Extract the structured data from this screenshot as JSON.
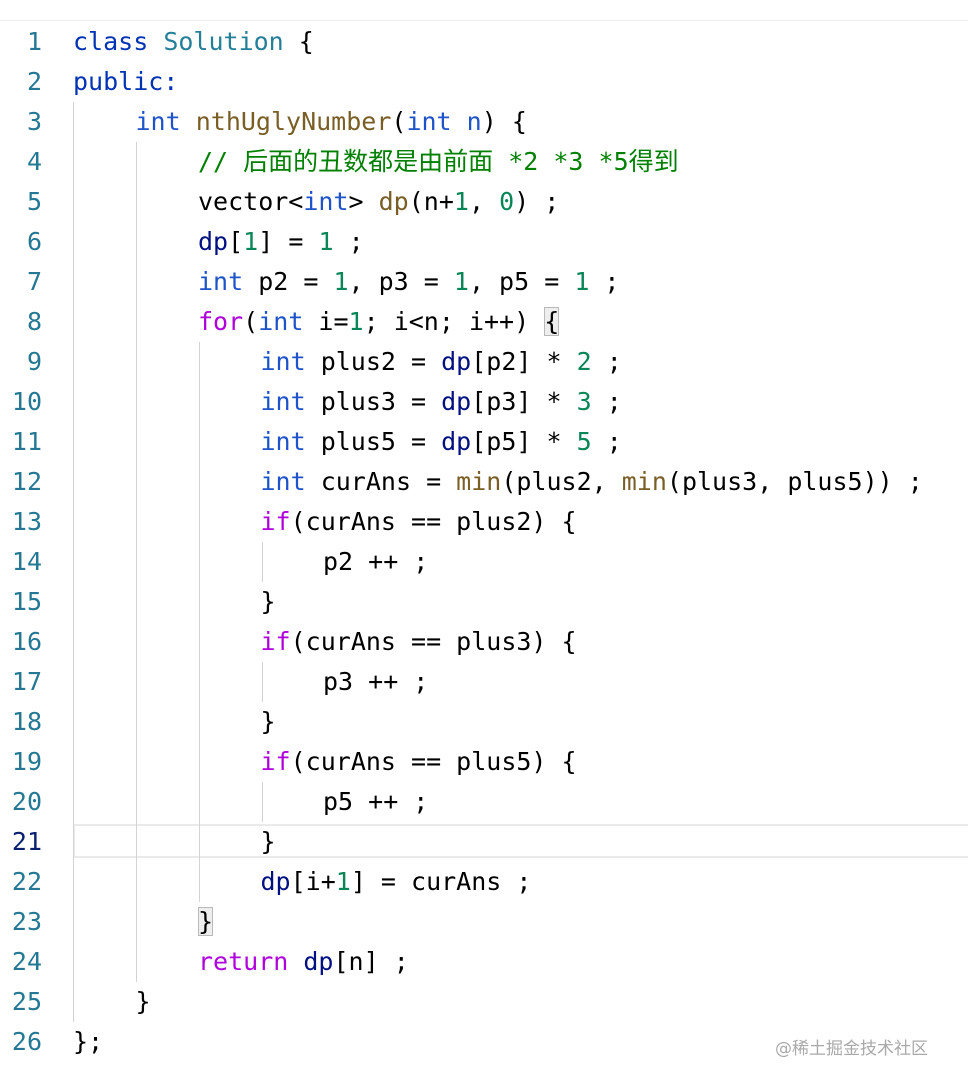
{
  "editor": {
    "active_line": 21,
    "lines": [
      {
        "n": "1",
        "indent": 0,
        "tokens": [
          {
            "t": "class",
            "k": "keyword"
          },
          {
            "t": " "
          },
          {
            "t": "Solution",
            "k": "cls"
          },
          {
            "t": " {"
          }
        ]
      },
      {
        "n": "2",
        "indent": 0,
        "tokens": [
          {
            "t": "public:",
            "k": "keyword"
          }
        ]
      },
      {
        "n": "3",
        "indent": 1,
        "tokens": [
          {
            "t": "int",
            "k": "type"
          },
          {
            "t": " "
          },
          {
            "t": "nthUglyNumber",
            "k": "func"
          },
          {
            "t": "("
          },
          {
            "t": "int",
            "k": "type"
          },
          {
            "t": " "
          },
          {
            "t": "n",
            "k": "param"
          },
          {
            "t": ") {"
          }
        ]
      },
      {
        "n": "4",
        "indent": 2,
        "tokens": [
          {
            "t": "// 后面的丑数都是由前面 *2 *3 *5得到",
            "k": "comment"
          }
        ]
      },
      {
        "n": "5",
        "indent": 2,
        "tokens": [
          {
            "t": "vector<"
          },
          {
            "t": "int",
            "k": "type"
          },
          {
            "t": "> "
          },
          {
            "t": "dp",
            "k": "func"
          },
          {
            "t": "(n+"
          },
          {
            "t": "1",
            "k": "num"
          },
          {
            "t": ", "
          },
          {
            "t": "0",
            "k": "num"
          },
          {
            "t": ") ;"
          }
        ]
      },
      {
        "n": "6",
        "indent": 2,
        "tokens": [
          {
            "t": "dp",
            "k": "var"
          },
          {
            "t": "["
          },
          {
            "t": "1",
            "k": "num"
          },
          {
            "t": "] = "
          },
          {
            "t": "1",
            "k": "num"
          },
          {
            "t": " ;"
          }
        ]
      },
      {
        "n": "7",
        "indent": 2,
        "tokens": [
          {
            "t": "int",
            "k": "type"
          },
          {
            "t": " p2 = "
          },
          {
            "t": "1",
            "k": "num"
          },
          {
            "t": ", p3 = "
          },
          {
            "t": "1",
            "k": "num"
          },
          {
            "t": ", p5 = "
          },
          {
            "t": "1",
            "k": "num"
          },
          {
            "t": " ;"
          }
        ]
      },
      {
        "n": "8",
        "indent": 2,
        "tokens": [
          {
            "t": "for",
            "k": "ctrl"
          },
          {
            "t": "("
          },
          {
            "t": "int",
            "k": "type"
          },
          {
            "t": " i="
          },
          {
            "t": "1",
            "k": "num"
          },
          {
            "t": "; i<n; i++) "
          },
          {
            "t": "{",
            "k": "bracket-hl"
          }
        ]
      },
      {
        "n": "9",
        "indent": 3,
        "tokens": [
          {
            "t": "int",
            "k": "type"
          },
          {
            "t": " plus2 = "
          },
          {
            "t": "dp",
            "k": "var"
          },
          {
            "t": "[p2] * "
          },
          {
            "t": "2",
            "k": "num"
          },
          {
            "t": " ;"
          }
        ]
      },
      {
        "n": "10",
        "indent": 3,
        "tokens": [
          {
            "t": "int",
            "k": "type"
          },
          {
            "t": " plus3 = "
          },
          {
            "t": "dp",
            "k": "var"
          },
          {
            "t": "[p3] * "
          },
          {
            "t": "3",
            "k": "num"
          },
          {
            "t": " ;"
          }
        ]
      },
      {
        "n": "11",
        "indent": 3,
        "tokens": [
          {
            "t": "int",
            "k": "type"
          },
          {
            "t": " plus5 = "
          },
          {
            "t": "dp",
            "k": "var"
          },
          {
            "t": "[p5] * "
          },
          {
            "t": "5",
            "k": "num"
          },
          {
            "t": " ;"
          }
        ]
      },
      {
        "n": "12",
        "indent": 3,
        "tokens": [
          {
            "t": "int",
            "k": "type"
          },
          {
            "t": " curAns = "
          },
          {
            "t": "min",
            "k": "func"
          },
          {
            "t": "(plus2, "
          },
          {
            "t": "min",
            "k": "func"
          },
          {
            "t": "(plus3, plus5)) ;"
          }
        ]
      },
      {
        "n": "13",
        "indent": 3,
        "tokens": [
          {
            "t": "if",
            "k": "ctrl"
          },
          {
            "t": "(curAns == plus2) {"
          }
        ]
      },
      {
        "n": "14",
        "indent": 4,
        "tokens": [
          {
            "t": "p2 ++ ;"
          }
        ]
      },
      {
        "n": "15",
        "indent": 3,
        "tokens": [
          {
            "t": "}"
          }
        ]
      },
      {
        "n": "16",
        "indent": 3,
        "tokens": [
          {
            "t": "if",
            "k": "ctrl"
          },
          {
            "t": "(curAns == plus3) {"
          }
        ]
      },
      {
        "n": "17",
        "indent": 4,
        "tokens": [
          {
            "t": "p3 ++ ;"
          }
        ]
      },
      {
        "n": "18",
        "indent": 3,
        "tokens": [
          {
            "t": "}"
          }
        ]
      },
      {
        "n": "19",
        "indent": 3,
        "tokens": [
          {
            "t": "if",
            "k": "ctrl"
          },
          {
            "t": "(curAns == plus5) {"
          }
        ]
      },
      {
        "n": "20",
        "indent": 4,
        "tokens": [
          {
            "t": "p5 ++ ;"
          }
        ]
      },
      {
        "n": "21",
        "indent": 3,
        "tokens": [
          {
            "t": "}"
          }
        ]
      },
      {
        "n": "22",
        "indent": 3,
        "tokens": [
          {
            "t": "dp",
            "k": "var"
          },
          {
            "t": "[i+"
          },
          {
            "t": "1",
            "k": "num"
          },
          {
            "t": "] = curAns ;"
          }
        ]
      },
      {
        "n": "23",
        "indent": 2,
        "tokens": [
          {
            "t": "}",
            "k": "bracket-hl"
          }
        ]
      },
      {
        "n": "24",
        "indent": 2,
        "tokens": [
          {
            "t": "return",
            "k": "ctrl"
          },
          {
            "t": " "
          },
          {
            "t": "dp",
            "k": "var"
          },
          {
            "t": "[n] ;"
          }
        ]
      },
      {
        "n": "25",
        "indent": 1,
        "tokens": [
          {
            "t": "}"
          }
        ]
      },
      {
        "n": "26",
        "indent": 0,
        "tokens": [
          {
            "t": "};"
          }
        ]
      }
    ]
  },
  "watermark": "@稀土掘金技术社区"
}
